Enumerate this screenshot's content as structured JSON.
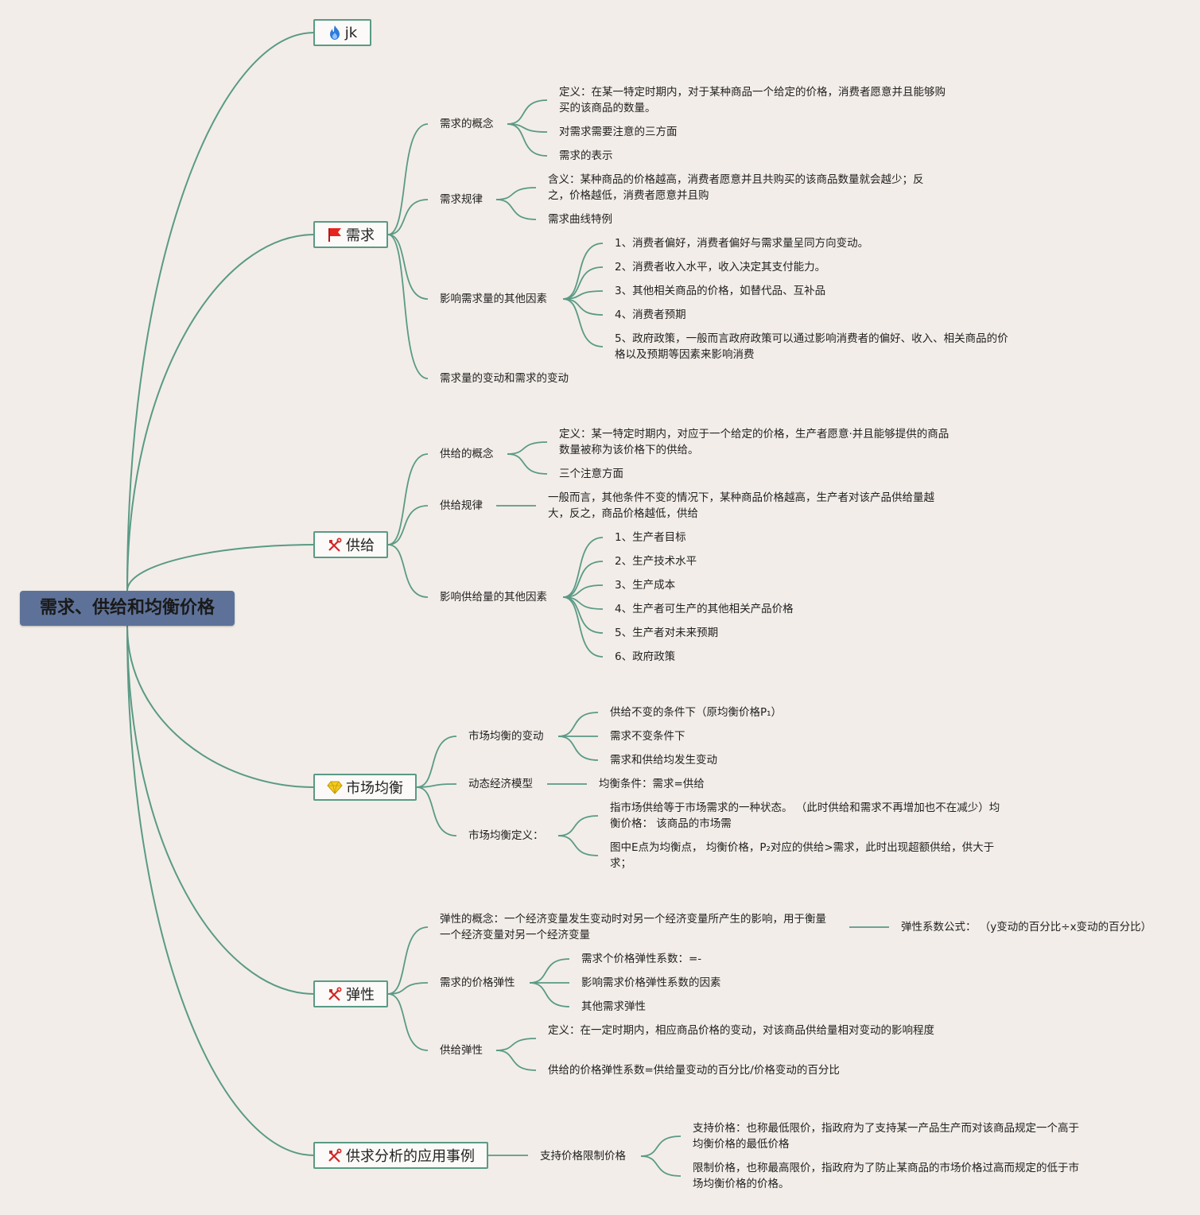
{
  "root": {
    "label": "需求、供给和均衡价格"
  },
  "branches": {
    "jk": {
      "label": "jk",
      "icon": "flame-icon"
    },
    "demand": {
      "label": "需求",
      "icon": "red-flag-icon"
    },
    "supply": {
      "label": "供给",
      "icon": "tools-icon"
    },
    "market": {
      "label": "市场均衡",
      "icon": "diamond-icon"
    },
    "elasticity": {
      "label": "弹性",
      "icon": "tools-icon"
    },
    "application": {
      "label": "供求分析的应用事例",
      "icon": "tools-icon"
    }
  },
  "demand": {
    "concept": {
      "label": "需求的概念",
      "children": [
        "定义：在某一特定时期内，对于某种商品一个给定的价格，消费者愿意并且能够购买的该商品的数量。",
        "对需求需要注意的三方面",
        "需求的表示"
      ]
    },
    "law": {
      "label": "需求规律",
      "children": [
        "含义：某种商品的价格越高，消费者愿意并且共购买的该商品数量就会越少；反之，价格越低，消费者愿意并且购",
        "需求曲线特例"
      ]
    },
    "factors": {
      "label": "影响需求量的其他因素",
      "children": [
        "1、消费者偏好，消费者偏好与需求量呈同方向变动。",
        "2、消费者收入水平，收入决定其支付能力。",
        "3、其他相关商品的价格，如替代品、互补品",
        "4、消费者预期",
        "5、政府政策，一般而言政府政策可以通过影响消费者的偏好、收入、相关商品的价格以及预期等因素来影响消费"
      ]
    },
    "change": {
      "label": "需求量的变动和需求的变动"
    }
  },
  "supply": {
    "concept": {
      "label": "供给的概念",
      "children": [
        "定义：某一特定时期内，对应于一个给定的价格，生产者愿意·并且能够提供的商品数量被称为该价格下的供给。",
        "三个注意方面"
      ]
    },
    "law": {
      "label": "供给规律",
      "children": [
        "一般而言，其他条件不变的情况下，某种商品价格越高，生产者对该产品供给量越大，反之，商品价格越低，供给"
      ]
    },
    "factors": {
      "label": "影响供给量的其他因素",
      "children": [
        "1、生产者目标",
        "2、生产技术水平",
        "3、生产成本",
        "4、生产者可生产的其他相关产品价格",
        "5、生产者对未来预期",
        "6、政府政策"
      ]
    }
  },
  "market": {
    "change": {
      "label": "市场均衡的变动",
      "children": [
        "供给不变的条件下（原均衡价格P₁）",
        "需求不变条件下",
        "需求和供给均发生变动"
      ]
    },
    "model": {
      "label": "动态经济模型",
      "children": [
        "均衡条件：需求=供给"
      ]
    },
    "definition": {
      "label": "市场均衡定义：",
      "children": [
        "指市场供给等于市场需求的一种状态。 （此时供给和需求不再增加也不在减少）均衡价格： 该商品的市场需",
        "图中E点为均衡点， 均衡价格，P₂对应的供给>需求，此时出现超额供给，供大于求；"
      ]
    }
  },
  "elasticity": {
    "concept": {
      "label": "弹性的概念：一个经济变量发生变动时对另一个经济变量所产生的影响，用于衡量一个经济变量对另一个经济变量",
      "children": [
        "弹性系数公式： （y变动的百分比÷x变动的百分比）"
      ]
    },
    "price": {
      "label": "需求的价格弹性",
      "children": [
        "需求个价格弹性系数：=-",
        "影响需求价格弹性系数的因素",
        "其他需求弹性"
      ]
    },
    "supply": {
      "label": "供给弹性",
      "children": [
        "定义：在一定时期内，相应商品价格的变动，对该商品供给量相对变动的影响程度",
        "供给的价格弹性系数=供给量变动的百分比/价格变动的百分比"
      ]
    }
  },
  "application": {
    "prices": {
      "label": "支持价格限制价格",
      "children": [
        "支持价格：也称最低限价，指政府为了支持某一产品生产而对该商品规定一个高于均衡价格的最低价格",
        "限制价格，也称最高限价，指政府为了防止某商品的市场价格过高而规定的低于市场均衡价格的价格。"
      ]
    }
  },
  "colors": {
    "edge": "#5a9a86",
    "background": "#f2ede8",
    "root_fill": "#5e7299",
    "branch_border": "#5a9a86"
  }
}
